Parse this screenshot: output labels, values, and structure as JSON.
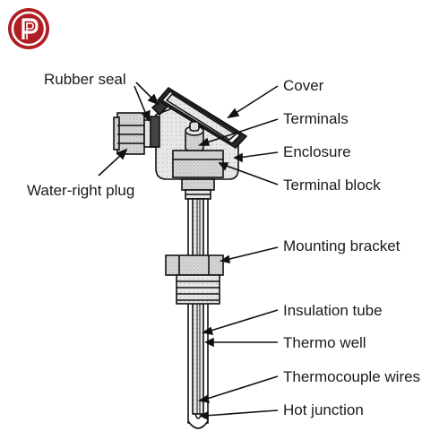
{
  "logo": {
    "letter": "p",
    "color": "#b01e23"
  },
  "labels": {
    "rubber_seal": "Rubber seal",
    "water_right_plug": "Water-right plug",
    "cover": "Cover",
    "terminals": "Terminals",
    "enclosure": "Enclosure",
    "terminal_block": "Terminal block",
    "mounting_bracket": "Mounting bracket",
    "insulation_tube": "Insulation tube",
    "thermo_well": "Thermo well",
    "thermocouple_wires": "Thermocouple wires",
    "hot_junction": "Hot junction"
  }
}
